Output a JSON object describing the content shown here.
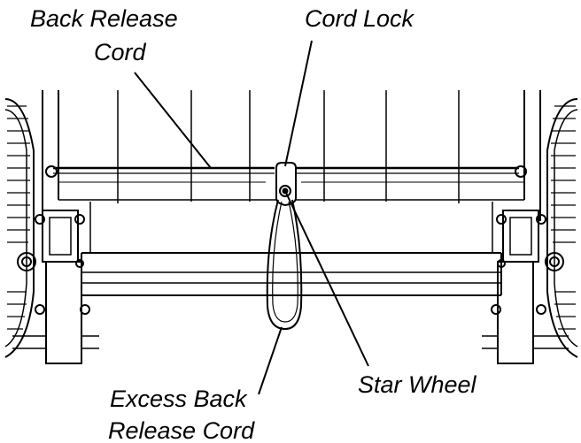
{
  "labels": {
    "back_release_cord_line1": "Back Release",
    "back_release_cord_line2": "Cord",
    "cord_lock": "Cord Lock",
    "star_wheel": "Star Wheel",
    "excess_back_release_cord_line1": "Excess Back",
    "excess_back_release_cord_line2": "Release Cord"
  },
  "colors": {
    "ink": "#000000",
    "paper": "#ffffff"
  }
}
